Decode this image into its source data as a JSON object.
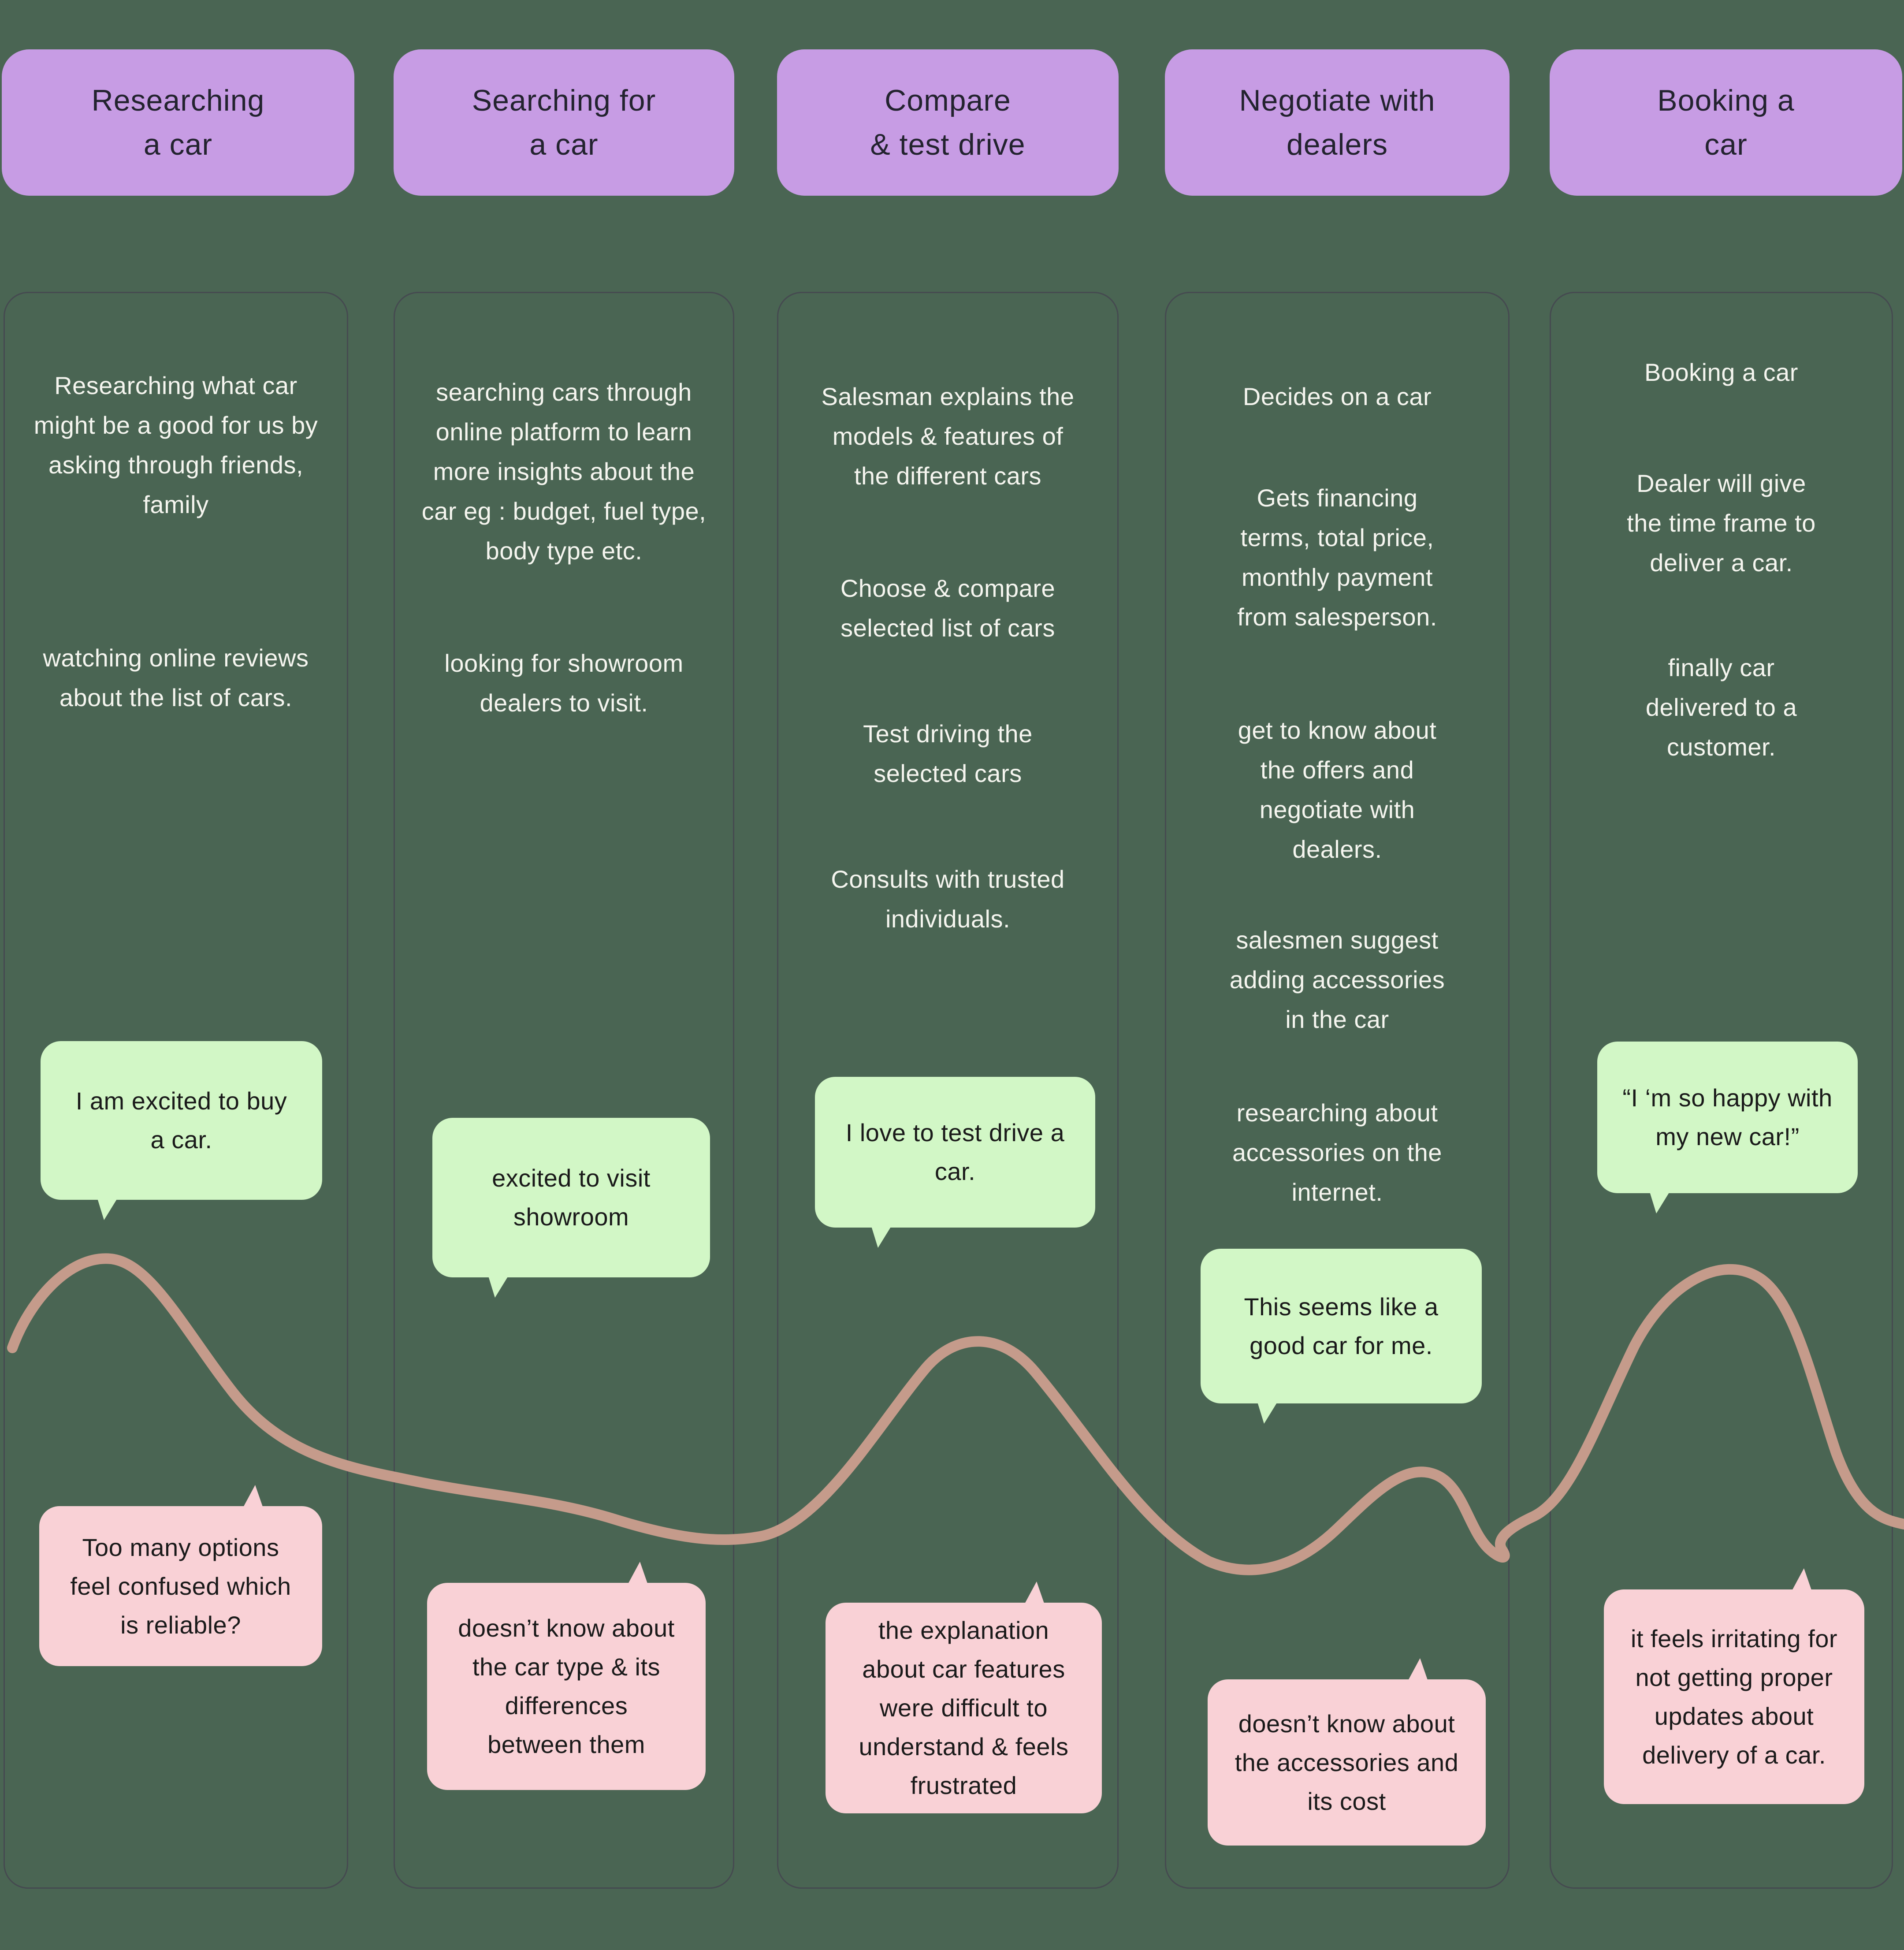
{
  "diagram_type": "customer-journey-map",
  "colors": {
    "background": "#4a6553",
    "header_fill": "#c79ce4",
    "header_text": "#23232f",
    "panel_border": "#454a50",
    "activity_text": "#f5f5ef",
    "positive_fill": "#d2f7c6",
    "negative_fill": "#f9d1d6",
    "bubble_text": "#1a1a1a",
    "curve": "#c59b8b"
  },
  "columns": [
    {
      "header": "Researching\na car",
      "activities": [
        "Researching what car\nmight be a good for us by\nasking through friends,\nfamily",
        "watching online reviews\nabout the list of cars."
      ],
      "positive_note": "I am excited to buy\na car.",
      "negative_note": "Too many options\nfeel confused which\nis reliable?"
    },
    {
      "header": "Searching for\na car",
      "activities": [
        "searching cars through\nonline platform to learn\nmore insights about the\ncar eg : budget, fuel type,\nbody type etc.",
        "looking for showroom\ndealers to visit."
      ],
      "positive_note": "excited to visit\nshowroom",
      "negative_note": "doesn’t know about\nthe car type & its\ndifferences\nbetween them"
    },
    {
      "header": "Compare\n& test drive",
      "activities": [
        "Salesman explains the\nmodels & features of\nthe different cars",
        "Choose & compare\nselected list of cars",
        "Test driving the\nselected cars",
        "Consults with trusted\nindividuals."
      ],
      "positive_note": "I love to test drive a\ncar.",
      "negative_note": "the explanation\nabout car features\nwere difficult to\nunderstand & feels\nfrustrated"
    },
    {
      "header": "Negotiate with\ndealers",
      "activities": [
        "Decides on a car",
        "Gets financing\nterms, total price,\nmonthly payment\nfrom salesperson.",
        "get to know about\nthe offers and\nnegotiate with\ndealers.",
        "salesmen suggest\nadding accessories\nin the car",
        "researching about\naccessories on the\ninternet."
      ],
      "positive_note": "This seems like a\ngood car for me.",
      "negative_note": "doesn’t know about\nthe accessories and\nits cost"
    },
    {
      "header": "Booking a\ncar",
      "activities": [
        "Booking a car",
        "Dealer will give\nthe time frame to\ndeliver a car.",
        "finally car\ndelivered to a\ncustomer."
      ],
      "positive_note": "“I ‘m so happy with\nmy new car!”",
      "negative_note": "it feels irritating for\nnot getting proper\nupdates about\ndelivery of a car."
    }
  ]
}
